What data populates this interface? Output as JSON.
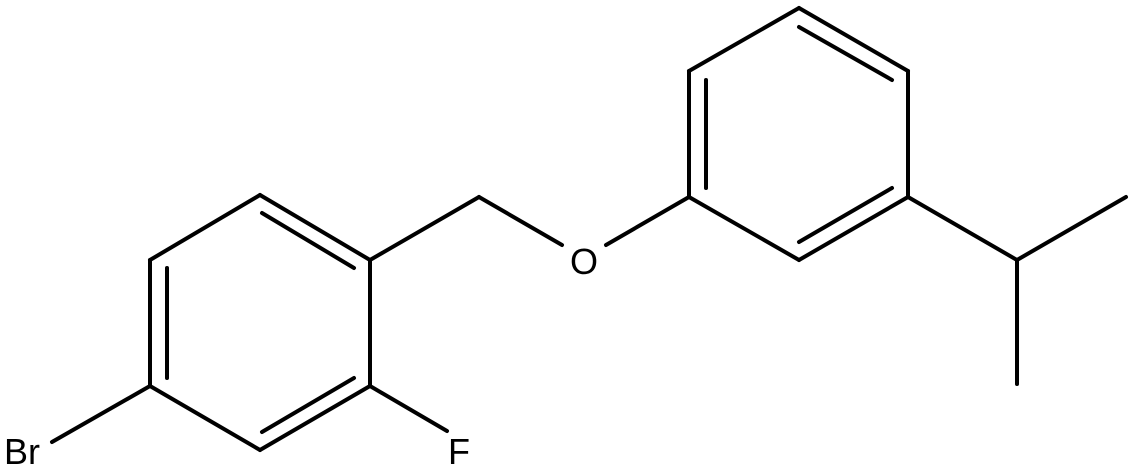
{
  "molecule": {
    "atoms": {
      "bromine": "Br",
      "fluorine": "F",
      "oxygen": "O"
    }
  },
  "colors": {
    "bond": "#000000",
    "label": "#000000",
    "background": "#ffffff"
  }
}
